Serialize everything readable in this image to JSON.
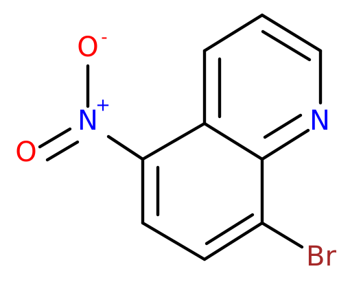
{
  "molecule": {
    "atoms": {
      "nitrogen_ring": {
        "symbol": "N",
        "color": "#0000FF"
      },
      "bromine": {
        "symbol": "Br",
        "color": "#A62929"
      },
      "nitro_nitrogen": {
        "symbol": "N",
        "charge": "+",
        "color": "#0000FF"
      },
      "nitro_oxygen_top": {
        "symbol": "O",
        "charge": "-",
        "color": "#FF0000"
      },
      "nitro_oxygen_left": {
        "symbol": "O",
        "color": "#FF0000"
      }
    },
    "bond_color": "#000000"
  }
}
